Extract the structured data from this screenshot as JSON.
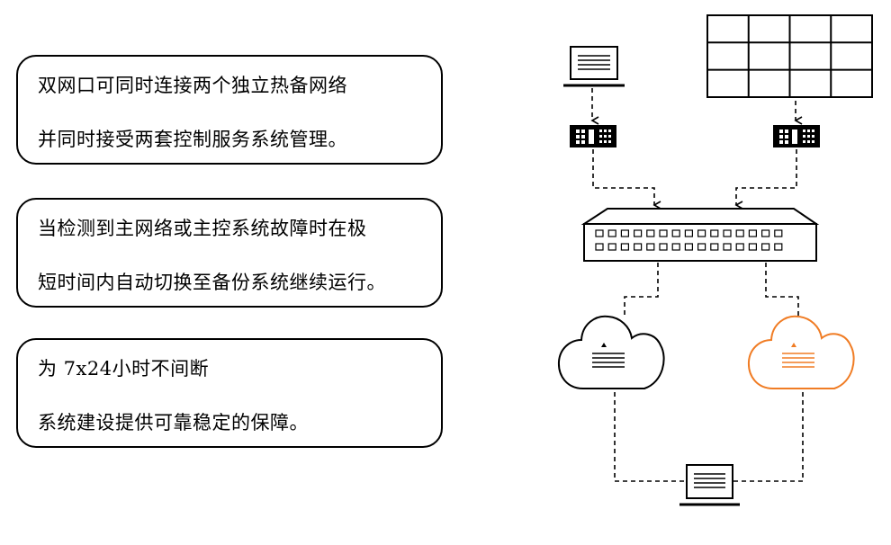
{
  "boxes": [
    {
      "line1": "双网口可同时连接两个独立热备网络",
      "line2": "并同时接受两套控制服务系统管理。"
    },
    {
      "line1": "当检测到主网络或主控系统故障时在极",
      "line2": "短时间内自动切换至备份系统继续运行。"
    },
    {
      "line1": "为 7x24小时不间断",
      "line2": "系统建设提供可靠稳定的保障。"
    }
  ],
  "icons": {
    "computer": "monitor-icon",
    "video_wall": "video-wall-icon",
    "decoder": "decoder-icon",
    "switch": "network-switch-icon",
    "cloud_primary": "cloud-server-icon",
    "cloud_backup": "cloud-server-icon",
    "bottom_computer": "monitor-icon"
  },
  "colors": {
    "primary": "#000000",
    "backup": "#f07c24"
  }
}
